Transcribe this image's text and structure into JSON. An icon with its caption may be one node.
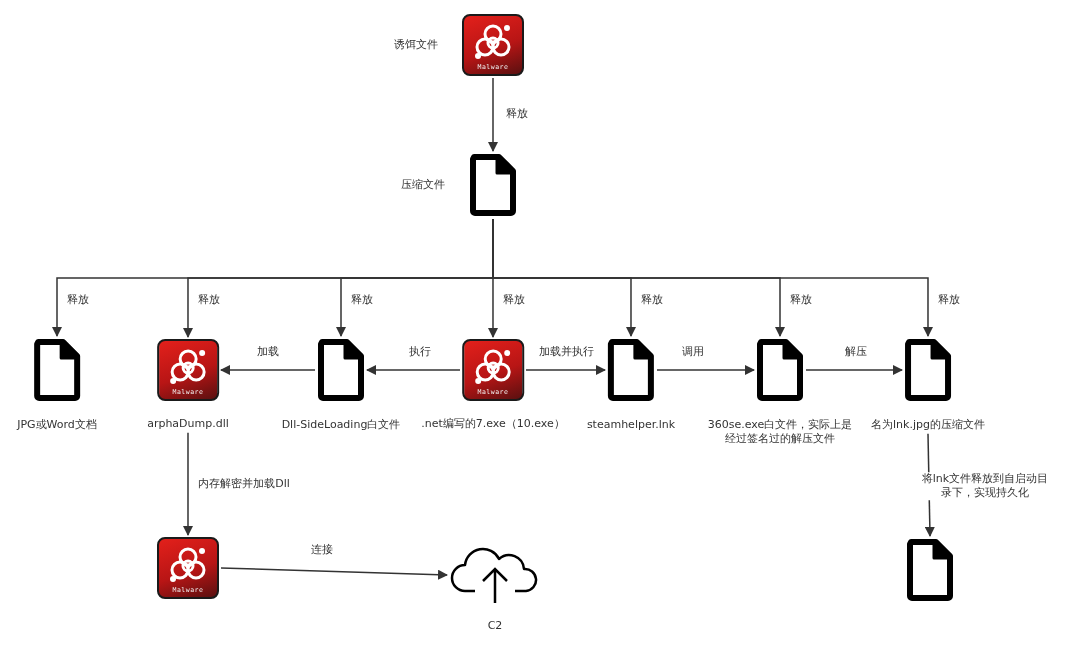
{
  "diagram": {
    "nodes": [
      {
        "text": [
          "Malware",
          "诱饵文件"
        ]
      },
      {
        "text": [
          "压缩文件"
        ]
      },
      {
        "text": [
          "JPG或Word文档"
        ]
      },
      {
        "text": [
          "Malware",
          "arphaDump.dll"
        ]
      },
      {
        "text": [
          "Dll-SideLoading白文件"
        ]
      },
      {
        "text": [
          "Malware",
          ".net编写的7.exe（10.exe）"
        ]
      },
      {
        "text": [
          "steamhelper.lnk"
        ]
      },
      {
        "text": [
          "360se.exe白文件，实际上是经过签名过的解压文件"
        ]
      },
      {
        "text": [
          "名为lnk.jpg的压缩文件"
        ]
      },
      {
        "text": [
          "Malware"
        ]
      },
      {
        "text": [
          "C2"
        ]
      },
      {
        "text": [],
        "shape": "picture"
      }
    ],
    "edges": [
      {
        "from": 0,
        "to": 1,
        "arrow": "to",
        "label": "释放"
      },
      {
        "from": 1,
        "to": 2,
        "arrow": "to",
        "label": "释放"
      },
      {
        "from": 1,
        "to": 3,
        "arrow": "to",
        "label": "释放"
      },
      {
        "from": 1,
        "to": 4,
        "arrow": "to",
        "label": "释放"
      },
      {
        "from": 1,
        "to": 5,
        "arrow": "to",
        "label": "释放"
      },
      {
        "from": 1,
        "to": 6,
        "arrow": "to",
        "label": "释放"
      },
      {
        "from": 1,
        "to": 7,
        "arrow": "to",
        "label": "释放"
      },
      {
        "from": 1,
        "to": 8,
        "arrow": "to",
        "label": "释放"
      },
      {
        "from": 5,
        "to": 4,
        "arrow": "to",
        "label": "执行"
      },
      {
        "from": 4,
        "to": 3,
        "arrow": "to",
        "label": "加载"
      },
      {
        "from": 5,
        "to": 6,
        "arrow": "to",
        "label": "加载并执行"
      },
      {
        "from": 6,
        "to": 7,
        "arrow": "to",
        "label": "调用"
      },
      {
        "from": 7,
        "to": 8,
        "arrow": "to",
        "label": "解压"
      },
      {
        "from": 3,
        "to": 9,
        "arrow": "to",
        "label": "内存解密并加载Dll"
      },
      {
        "from": 9,
        "to": 10,
        "arrow": "to",
        "label": "连接"
      },
      {
        "from": 8,
        "to": 11,
        "arrow": "to",
        "label": "将lnk文件释放到自启动目录下，实现持久化"
      }
    ]
  }
}
